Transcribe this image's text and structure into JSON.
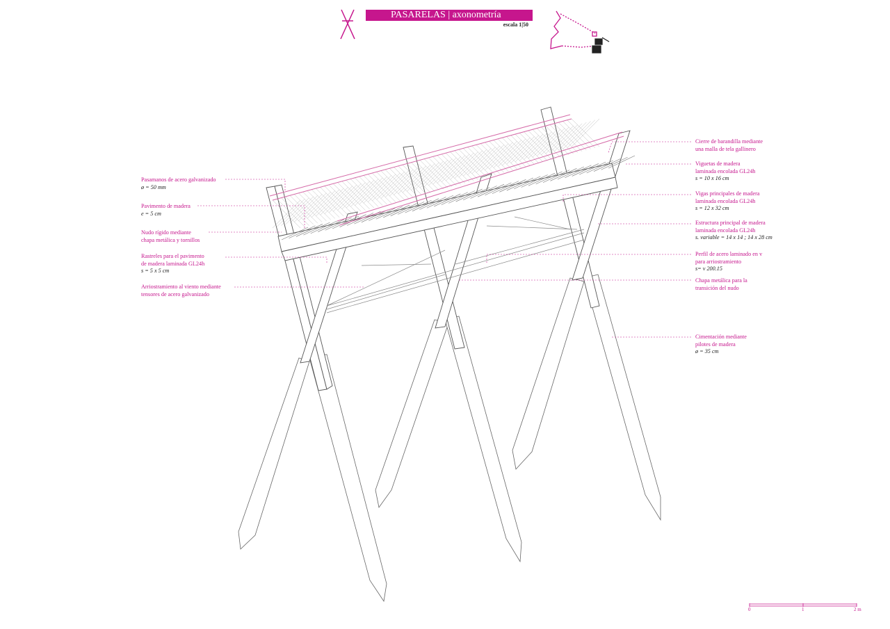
{
  "title": {
    "main": "PASARELAS",
    "separator": "|",
    "sub": "axonometría",
    "scale": "escala 1|50"
  },
  "accent_color": "#c6168d",
  "line_color": "#555555",
  "labels_left": [
    {
      "lines": [
        "Pasamanos de acero galvanizado"
      ],
      "dim": "ø = 50 mm"
    },
    {
      "lines": [
        "Pavimento de madera"
      ],
      "dim": "e = 5 cm"
    },
    {
      "lines": [
        "Nudo rígido mediante",
        "chapa metálica y tornillos"
      ],
      "dim": ""
    },
    {
      "lines": [
        "Rastreles para el pavimento",
        "de madera laminada GL24h"
      ],
      "dim": "s = 5 x 5 cm"
    },
    {
      "lines": [
        "Arriostramiento al viento mediante",
        "tensores de acero galvanizado"
      ],
      "dim": ""
    }
  ],
  "labels_right": [
    {
      "lines": [
        "Cierre de barandilla mediante",
        "una malla de tela gallinero"
      ],
      "dim": ""
    },
    {
      "lines": [
        "Viguetas de madera",
        "laminada encolada GL24h"
      ],
      "dim": "s = 10 x 16 cm"
    },
    {
      "lines": [
        "Vigas principales de madera",
        "laminada encolada GL24h"
      ],
      "dim": "s = 12 x 32 cm"
    },
    {
      "lines": [
        "Estructura principal de madera",
        "laminada encolada GL24h"
      ],
      "dim": "s. variable = 14 x 14 ; 14 x 28 cm"
    },
    {
      "lines": [
        "Perfil de acero laminado en v",
        "para arriostramiento"
      ],
      "dim": "s= v 200.15"
    },
    {
      "lines": [
        "Chapa metálica para la",
        "transición del nudo"
      ],
      "dim": ""
    },
    {
      "lines": [
        "Cimentación mediante",
        "pilotes de madera"
      ],
      "dim": "ø = 35 cm"
    }
  ],
  "scale_bar": {
    "ticks": [
      "0",
      "1",
      "2 m"
    ]
  }
}
